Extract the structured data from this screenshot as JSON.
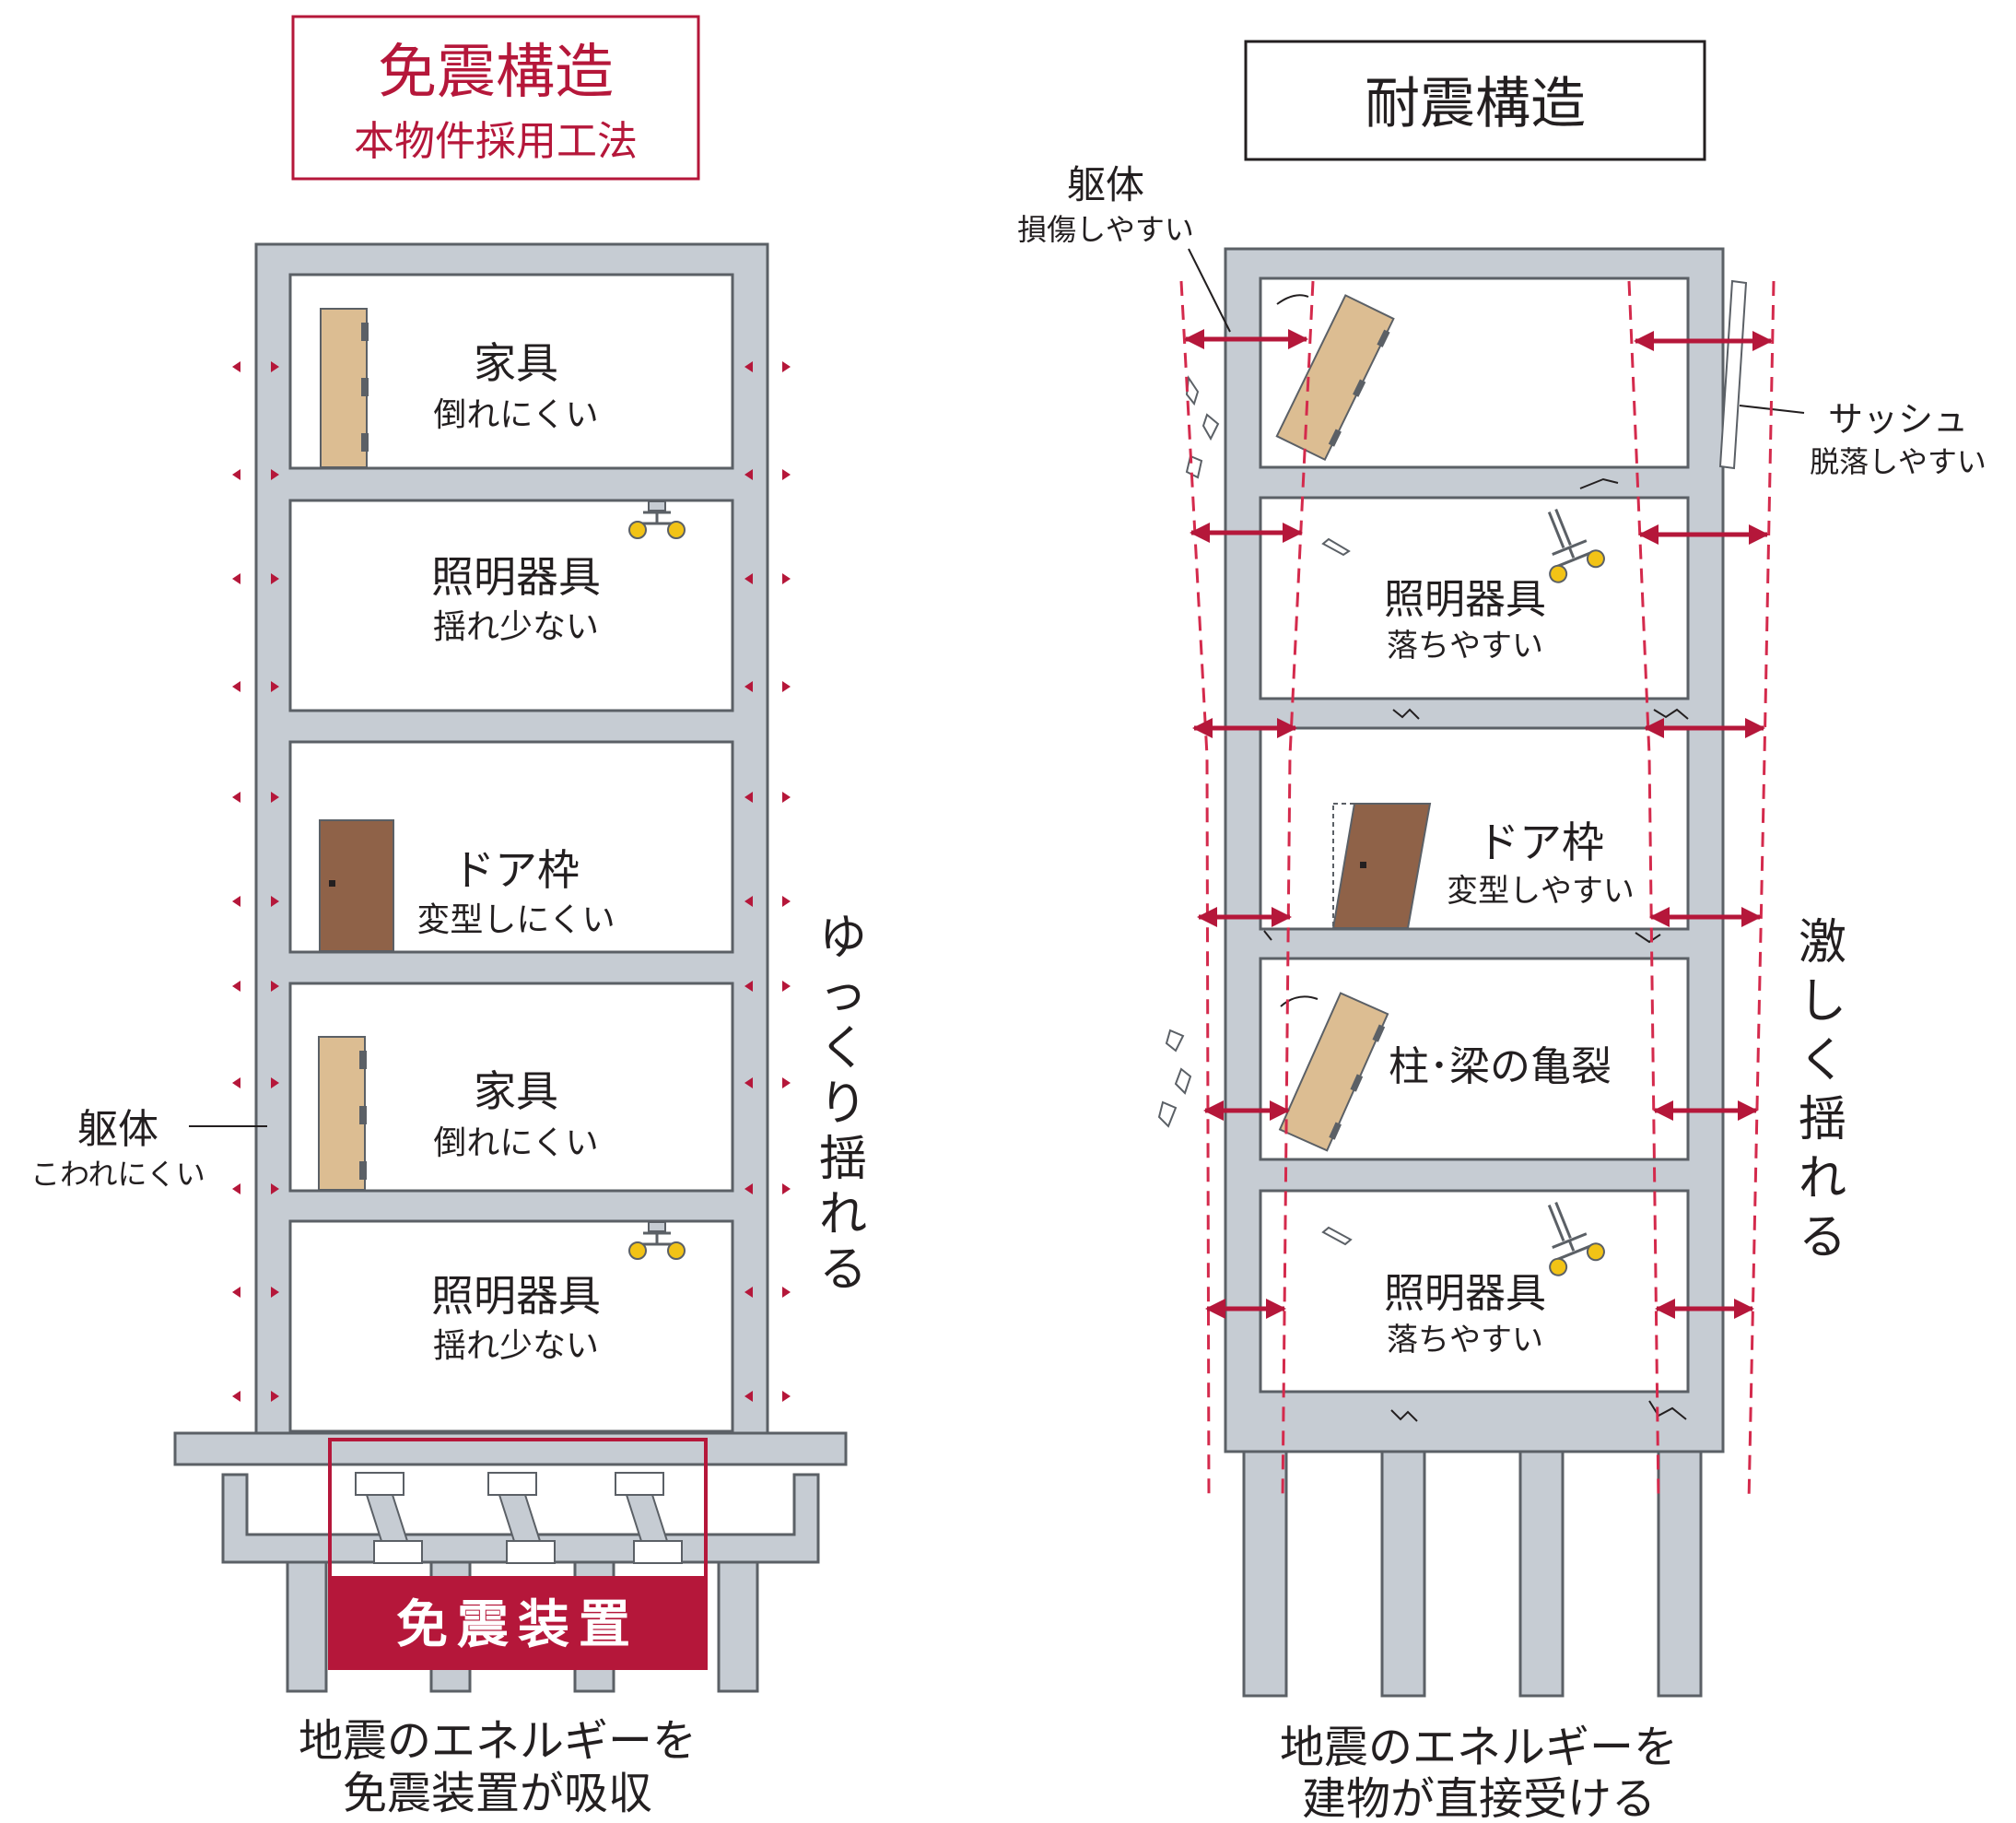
{
  "colors": {
    "frame": "#c6ccd3",
    "frame_stroke": "#5b6066",
    "accent": "#b5173a",
    "furniture": "#dcbd92",
    "door": "#8f6248",
    "lamp": "#f2c316",
    "text": "#231f20"
  },
  "left": {
    "title": "免震構造",
    "subtitle": "本物件採用工法",
    "rooms": [
      {
        "name": "家具",
        "note": "倒れにくい",
        "item": "furniture-icon"
      },
      {
        "name": "照明器具",
        "note": "揺れ少ない",
        "item": "lamp-icon"
      },
      {
        "name": "ドア枠",
        "note": "変型しにくい",
        "item": "door-icon"
      },
      {
        "name": "家具",
        "note": "倒れにくい",
        "item": "furniture-icon"
      },
      {
        "name": "照明器具",
        "note": "揺れ少ない",
        "item": "lamp-icon"
      }
    ],
    "frame_label": "躯体",
    "frame_note": "こわれにくい",
    "sway_label": "ゆっくり揺れる",
    "device_label": "免震装置",
    "caption_line1": "地震のエネルギーを",
    "caption_line2": "免震装置が吸収"
  },
  "right": {
    "title": "耐震構造",
    "frame_label": "躯体",
    "frame_note": "損傷しやすい",
    "sash_label": "サッシュ",
    "sash_note": "脱落しやすい",
    "rooms": [
      {
        "name": "",
        "note": "",
        "item": "furniture-icon"
      },
      {
        "name": "照明器具",
        "note": "落ちやすい",
        "item": "lamp-icon"
      },
      {
        "name": "ドア枠",
        "note": "変型しやすい",
        "item": "door-icon"
      },
      {
        "name": "柱･梁の亀裂",
        "note": "",
        "item": "furniture-icon"
      },
      {
        "name": "照明器具",
        "note": "落ちやすい",
        "item": "lamp-icon"
      }
    ],
    "sway_label": "激しく揺れる",
    "caption_line1": "地震のエネルギーを",
    "caption_line2": "建物が直接受ける"
  }
}
